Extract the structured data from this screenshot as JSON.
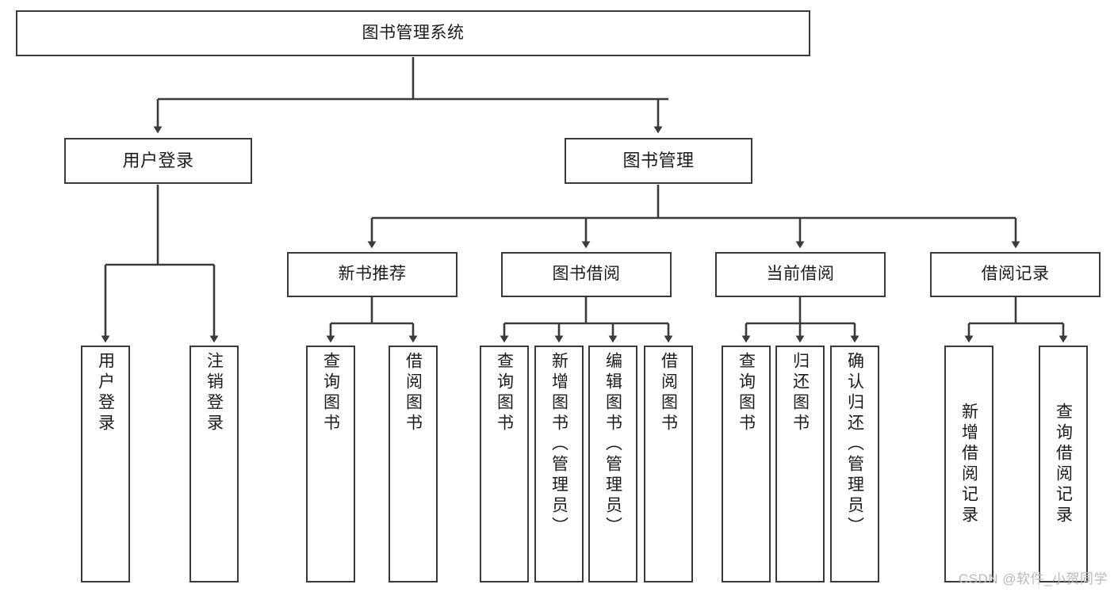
{
  "diagram": {
    "title": "图书管理系统",
    "type": "hierarchy-tree",
    "watermark": "CSDN @软件_小贺同学",
    "colors": {
      "border": "#3a3a3a",
      "background": "#ffffff",
      "text": "#1b1b1b",
      "watermark": "#b9b9b9"
    },
    "nodes": {
      "root": {
        "label": "图书管理系统"
      },
      "level1": [
        {
          "id": "user-login",
          "label": "用户登录"
        },
        {
          "id": "book-management",
          "label": "图书管理"
        }
      ],
      "level2": [
        {
          "id": "new-book-recommend",
          "label": "新书推荐"
        },
        {
          "id": "book-borrow",
          "label": "图书借阅"
        },
        {
          "id": "current-borrow",
          "label": "当前借阅"
        },
        {
          "id": "borrow-record",
          "label": "借阅记录"
        }
      ],
      "leaves": {
        "user_login": [
          {
            "id": "leaf-user-login",
            "label": "用户登录"
          },
          {
            "id": "leaf-logout-login",
            "label": "注销登录"
          }
        ],
        "new_book_recommend": [
          {
            "id": "leaf-query-book-1",
            "label": "查询图书"
          },
          {
            "id": "leaf-borrow-book-1",
            "label": "借阅图书"
          }
        ],
        "book_borrow": [
          {
            "id": "leaf-query-book-2",
            "label": "查询图书"
          },
          {
            "id": "leaf-add-book",
            "label": "新增图书（管理员）"
          },
          {
            "id": "leaf-edit-book",
            "label": "编辑图书（管理员）"
          },
          {
            "id": "leaf-borrow-book-2",
            "label": "借阅图书"
          }
        ],
        "current_borrow": [
          {
            "id": "leaf-query-book-3",
            "label": "查询图书"
          },
          {
            "id": "leaf-return-book",
            "label": "归还图书"
          },
          {
            "id": "leaf-confirm-return",
            "label": "确认归还（管理员）"
          }
        ],
        "borrow_record": [
          {
            "id": "leaf-add-record",
            "label": "新增借阅记录"
          },
          {
            "id": "leaf-query-record",
            "label": "查询借阅记录"
          }
        ]
      }
    }
  }
}
